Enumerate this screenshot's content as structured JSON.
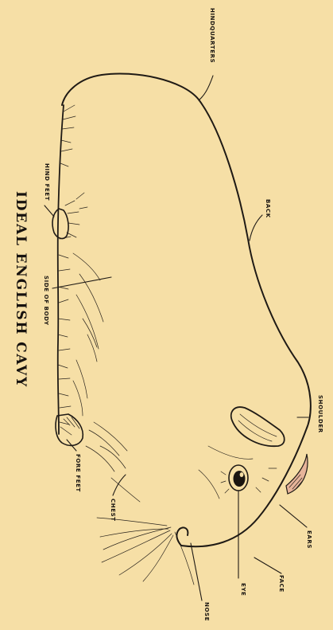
{
  "title": "IDEAL ENGLISH CAVY",
  "labels": {
    "hindquarters": "HINDQUARTERS",
    "back": "BACK",
    "shoulder": "SHOULDER",
    "ears": "EARS",
    "face": "FACE",
    "eye": "EYE",
    "nose": "NOSE",
    "chest": "CHEST",
    "fore_feet": "FORE FEET",
    "side_of_body": "SIDE OF BODY",
    "hind_feet": "HIND FEET"
  },
  "colors": {
    "paper": "#f6dfa6",
    "ink": "#1f1a15",
    "ear_tint": "#e7b49a"
  }
}
